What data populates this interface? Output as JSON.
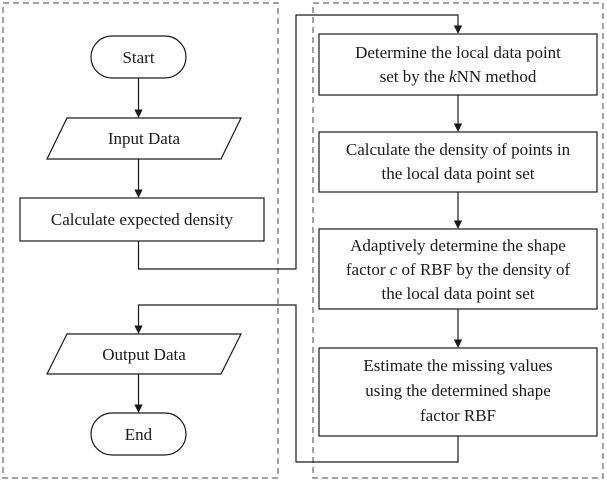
{
  "flowchart": {
    "left": {
      "start": "Start",
      "input": "Input Data",
      "calc_expected": "Calculate expected density",
      "output": "Output Data",
      "end": "End"
    },
    "right": {
      "knn_line1": "Determine the local data point",
      "knn_line2_pre": "set by the ",
      "knn_line2_italic": "k",
      "knn_line2_post": "NN method",
      "density_line1": "Calculate the density of points in",
      "density_line2": "the local data point set",
      "shape_line1": "Adaptively determine the shape",
      "shape_line2_pre": "factor ",
      "shape_line2_italic": "c",
      "shape_line2_post": " of RBF by the density of",
      "shape_line3": "the local data point set",
      "estimate_line1": "Estimate the missing values",
      "estimate_line2": "using the determined shape",
      "estimate_line3": "factor RBF"
    }
  }
}
